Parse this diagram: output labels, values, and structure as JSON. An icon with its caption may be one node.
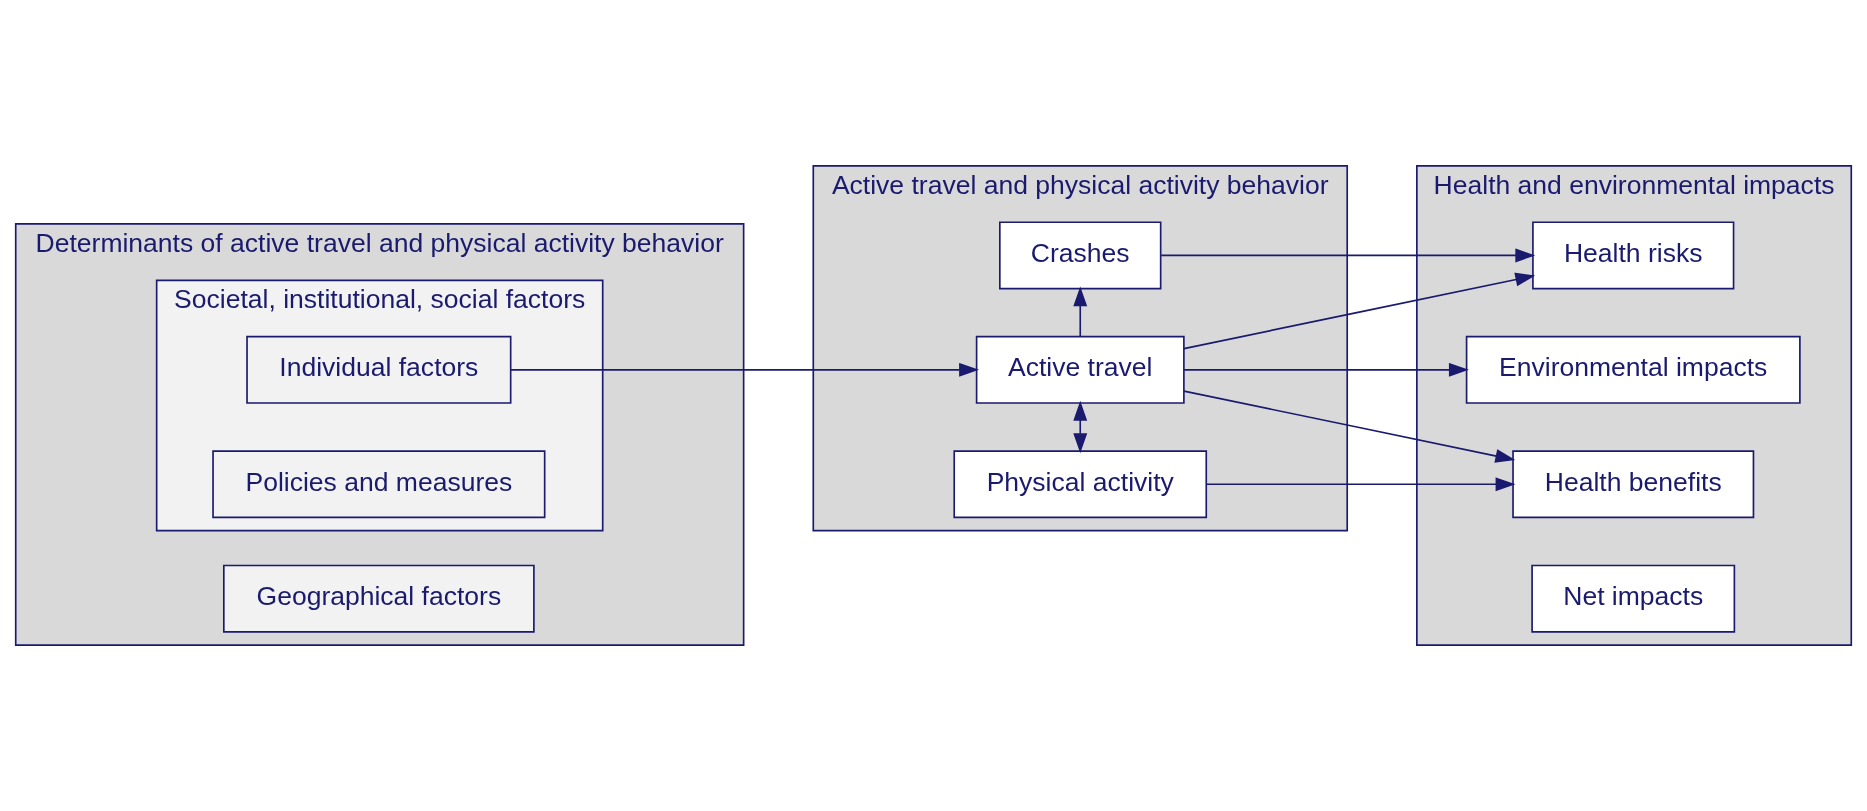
{
  "diagram": {
    "nodes": [
      {
        "text": [
          "Determinants of active travel and physical activity behavior"
        ]
      },
      {
        "text": [
          "Geographical factors"
        ],
        "in": 0
      },
      {
        "text": [
          "Societal, institutional, social factors"
        ],
        "in": 0
      },
      {
        "text": [
          "Individual factors"
        ],
        "in": 2
      },
      {
        "text": [
          "Policies and measures"
        ],
        "in": 2
      },
      {
        "text": [
          "Active travel and physical activity behavior"
        ]
      },
      {
        "text": [
          "Physical activity"
        ],
        "in": 5
      },
      {
        "text": [
          "Active travel"
        ],
        "in": 5
      },
      {
        "text": [
          "Crashes"
        ],
        "in": 5
      },
      {
        "text": [
          "Health and environmental impacts"
        ]
      },
      {
        "text": [
          "Health benefits"
        ],
        "in": 9
      },
      {
        "text": [
          "Environmental impacts"
        ],
        "in": 9
      },
      {
        "text": [
          "Health risks"
        ],
        "in": 9
      },
      {
        "text": [
          "Net impacts"
        ],
        "in": 9
      }
    ],
    "edges": [
      {
        "from": 3,
        "to": 7,
        "arrow": "to"
      },
      {
        "from": 6,
        "to": 7,
        "arrow": "both"
      },
      {
        "from": 7,
        "to": 8,
        "arrow": "to"
      },
      {
        "from": 6,
        "to": 10,
        "arrow": "to"
      },
      {
        "from": 7,
        "to": 10,
        "arrow": "to"
      },
      {
        "from": 7,
        "to": 11,
        "arrow": "to"
      },
      {
        "from": 7,
        "to": 12,
        "arrow": "to"
      },
      {
        "from": 8,
        "to": 12,
        "arrow": "to"
      }
    ]
  }
}
